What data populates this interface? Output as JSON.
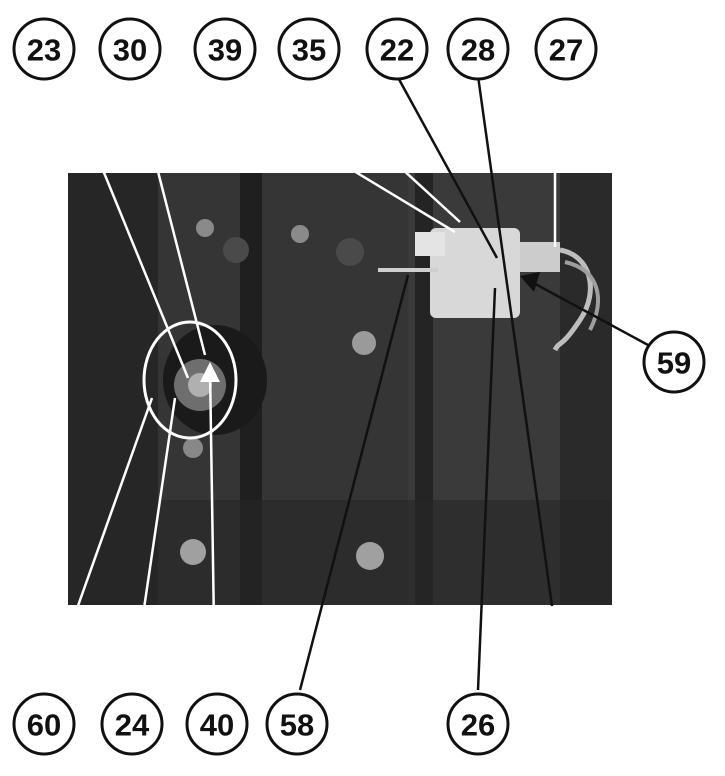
{
  "callouts_top": [
    "23",
    "30",
    "39",
    "35",
    "22",
    "28",
    "27"
  ],
  "callout_right": "59",
  "callouts_bottom": [
    "60",
    "24",
    "40",
    "58",
    "26"
  ],
  "colors": {
    "panel_dark": "#2b2b2b",
    "panel_mid": "#3d3d3d",
    "switch_body": "#d8d8d8",
    "outline": "#111111"
  }
}
